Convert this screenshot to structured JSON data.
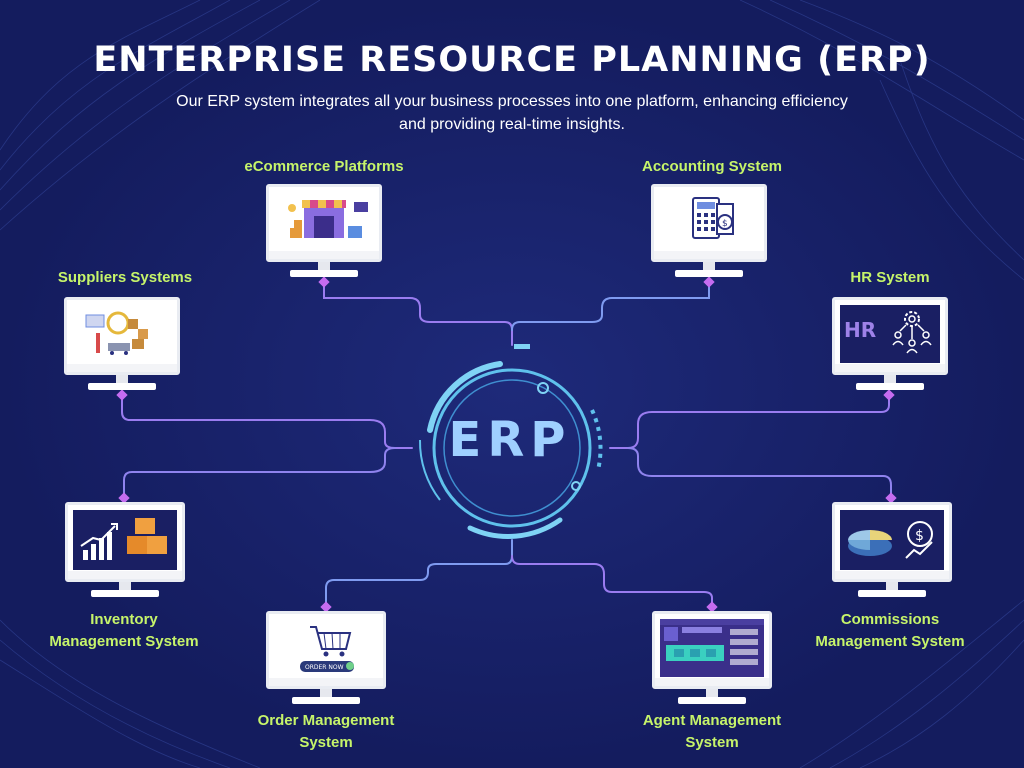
{
  "header": {
    "title": "ENTERPRISE RESOURCE PLANNING (ERP)",
    "subtitle_line1": "Our ERP system integrates all your business processes into one platform, enhancing efficiency",
    "subtitle_line2": "and providing real-time insights."
  },
  "hub": {
    "label": "ERP"
  },
  "nodes": {
    "ecommerce": {
      "label": "eCommerce Platforms",
      "icon": "storefront-icon"
    },
    "accounting": {
      "label": "Accounting System",
      "icon": "calculator-icon"
    },
    "suppliers": {
      "label": "Suppliers Systems",
      "icon": "warehouse-icon"
    },
    "hr": {
      "label": "HR System",
      "icon": "people-gear-icon",
      "logo_text": "HR"
    },
    "inventory": {
      "label_line1": "Inventory",
      "label_line2": "Management System",
      "icon": "inventory-chart-boxes-icon"
    },
    "commissions": {
      "label_line1": "Commissions",
      "label_line2": "Management System",
      "icon": "pie-dollar-icon"
    },
    "orders": {
      "label_line1": "Order Management",
      "label_line2": "System",
      "icon": "shopping-cart-icon",
      "button_text": "ORDER NOW"
    },
    "agents": {
      "label_line1": "Agent Management",
      "label_line2": "System",
      "icon": "dashboard-icon"
    }
  },
  "colors": {
    "background": "#141c5e",
    "label": "#c6f46a",
    "connector_purple": "#b673e8",
    "connector_blue": "#6fb6e8",
    "hub_ring": "#6fc7f0"
  }
}
